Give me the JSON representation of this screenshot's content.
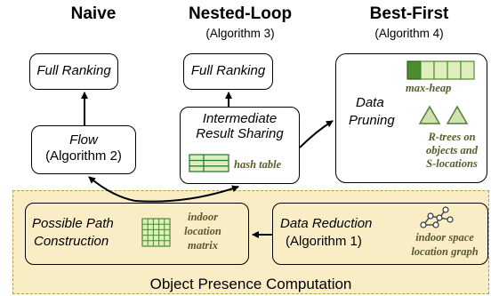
{
  "columns": {
    "naive": {
      "title": "Naive"
    },
    "nested": {
      "title": "Nested-Loop",
      "sub": "(Algorithm 3)"
    },
    "best": {
      "title": "Best-First",
      "sub": "(Algorithm 4)"
    }
  },
  "naive_box_top": "Full Ranking",
  "flow_box": {
    "line1": "Flow",
    "line2": "(Algorithm 2)"
  },
  "nested_box_top": "Full Ranking",
  "sharing_box": {
    "line1": "Intermediate",
    "line2": "Result Sharing",
    "note": "hash table"
  },
  "best_box": {
    "line1": "Data",
    "line2": "Pruning",
    "heap_label": "max-heap",
    "rtree_label_1": "R-trees on",
    "rtree_label_2": "objects and",
    "rtree_label_3": "S-locations"
  },
  "presence": {
    "label": "Object Presence Computation",
    "path_box": {
      "line1": "Possible Path",
      "line2": "Construction",
      "note1": "indoor",
      "note2": "location",
      "note3": "matrix"
    },
    "reduction_box": {
      "line1": "Data Reduction",
      "line2": "(Algorithm 1)",
      "note1": "indoor space",
      "note2": "location graph"
    }
  },
  "colors": {
    "panel_fill": "#f9edc6",
    "panel_border": "#b59a4a",
    "green": "#2e7d32",
    "light_green": "#dfeebf",
    "note": "#5a5a2a"
  }
}
